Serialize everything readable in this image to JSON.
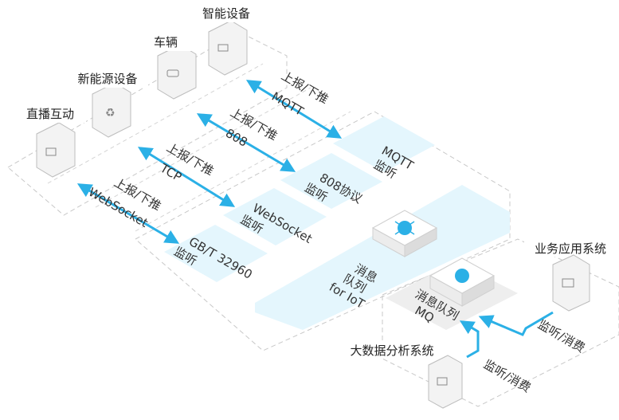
{
  "devices": {
    "smart_device": "智能设备",
    "vehicle": "车辆",
    "new_energy_device": "新能源设备",
    "live_interaction": "直播互动"
  },
  "links": {
    "mqtt_action": "上报/下推",
    "mqtt_protocol": "MQTT",
    "p808_action": "上报/下推",
    "p808_protocol": "808",
    "tcp_action": "上报/下推",
    "tcp_protocol": "TCP",
    "ws_action": "上报/下推",
    "ws_protocol": "WebSocket"
  },
  "listeners": {
    "mqtt_line1": "MQTT",
    "mqtt_line2": "监听",
    "p808_line1": "808协议",
    "p808_line2": "监听",
    "ws_line1": "WebSocket",
    "ws_line2": "监听",
    "gbt_line1": "GB/T 32960",
    "gbt_line2": "监听"
  },
  "mq_iot": {
    "line1": "消息",
    "line2": "队列",
    "line3": "for IoT"
  },
  "mq": {
    "line1": "消息队列",
    "line2": "MQ"
  },
  "consumers": {
    "business_system": "业务应用系统",
    "big_data_system": "大数据分析系统",
    "business_action": "监听/消费",
    "big_data_action": "监听/消费"
  },
  "colors": {
    "accent": "#2bb0e6",
    "zone_fill": "#e4f6fd",
    "device_fill": "#f3f3f3",
    "dashed_border": "#c8c8c8"
  }
}
